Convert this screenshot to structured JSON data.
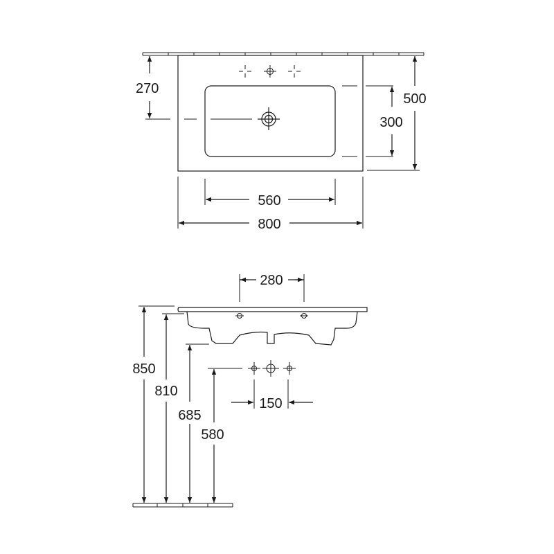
{
  "top_view": {
    "width": "800",
    "depth": "500",
    "basin_width": "560",
    "basin_depth": "300",
    "drain_offset": "270"
  },
  "side_view": {
    "tap_spacing_top": "280",
    "tap_spacing_front": "150",
    "rim_height": "850",
    "underside_height": "810",
    "bowl_bottom_height": "685",
    "tap_height": "580"
  }
}
